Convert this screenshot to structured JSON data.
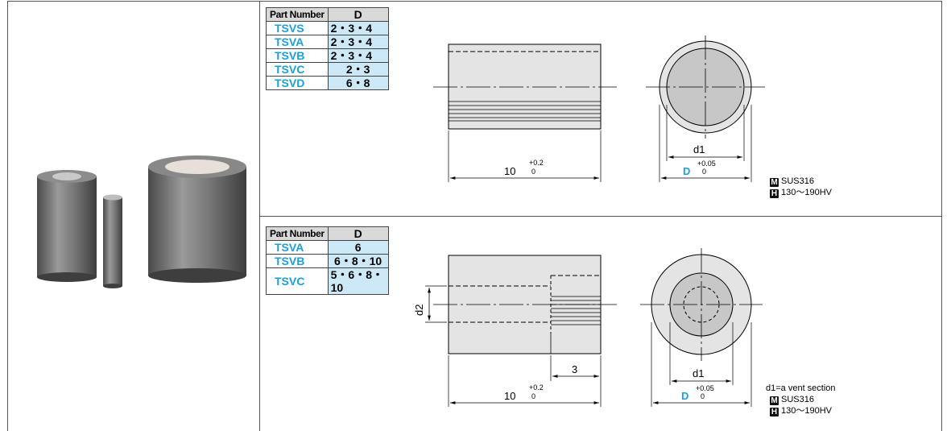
{
  "table_top": {
    "header": {
      "part_number": "Part Number",
      "d": "D"
    },
    "rows": [
      {
        "part": "TSVS",
        "d": "2・3・4"
      },
      {
        "part": "TSVA",
        "d": "2・3・4"
      },
      {
        "part": "TSVB",
        "d": "2・3・4"
      },
      {
        "part": "TSVC",
        "d": "2・3"
      },
      {
        "part": "TSVD",
        "d": "6・8"
      }
    ]
  },
  "table_bottom": {
    "header": {
      "part_number": "Part Number",
      "d": "D"
    },
    "rows": [
      {
        "part": "TSVA",
        "d": "6"
      },
      {
        "part": "TSVB",
        "d": "6・8・10"
      },
      {
        "part": "TSVC",
        "d": "5・6・8・10"
      }
    ]
  },
  "drawing_top": {
    "length": "10",
    "length_tol_upper": "+0.2",
    "length_tol_lower": "0",
    "d1": "d1",
    "d_label": "D",
    "d_tol_upper": "+0.05",
    "d_tol_lower": "0"
  },
  "drawing_bottom": {
    "length": "10",
    "length_tol_upper": "+0.2",
    "length_tol_lower": "0",
    "d2": "d2",
    "step": "3",
    "d1": "d1",
    "d_label": "D",
    "d_tol_upper": "+0.05",
    "d_tol_lower": "0",
    "note": "d1=a vent section"
  },
  "materials_top": {
    "m_badge": "M",
    "material": "SUS316",
    "h_badge": "H",
    "hardness": "130～190HV"
  },
  "materials_bottom": {
    "m_badge": "M",
    "material": "SUS316",
    "h_badge": "H",
    "hardness": "130～190HV"
  },
  "colors": {
    "accent": "#1aa0dc",
    "value_bg": "#cde9f7",
    "header_bg": "#d9d9d9",
    "part_fill": "#e4e4e4",
    "core_fill": "#c7c7c7"
  }
}
